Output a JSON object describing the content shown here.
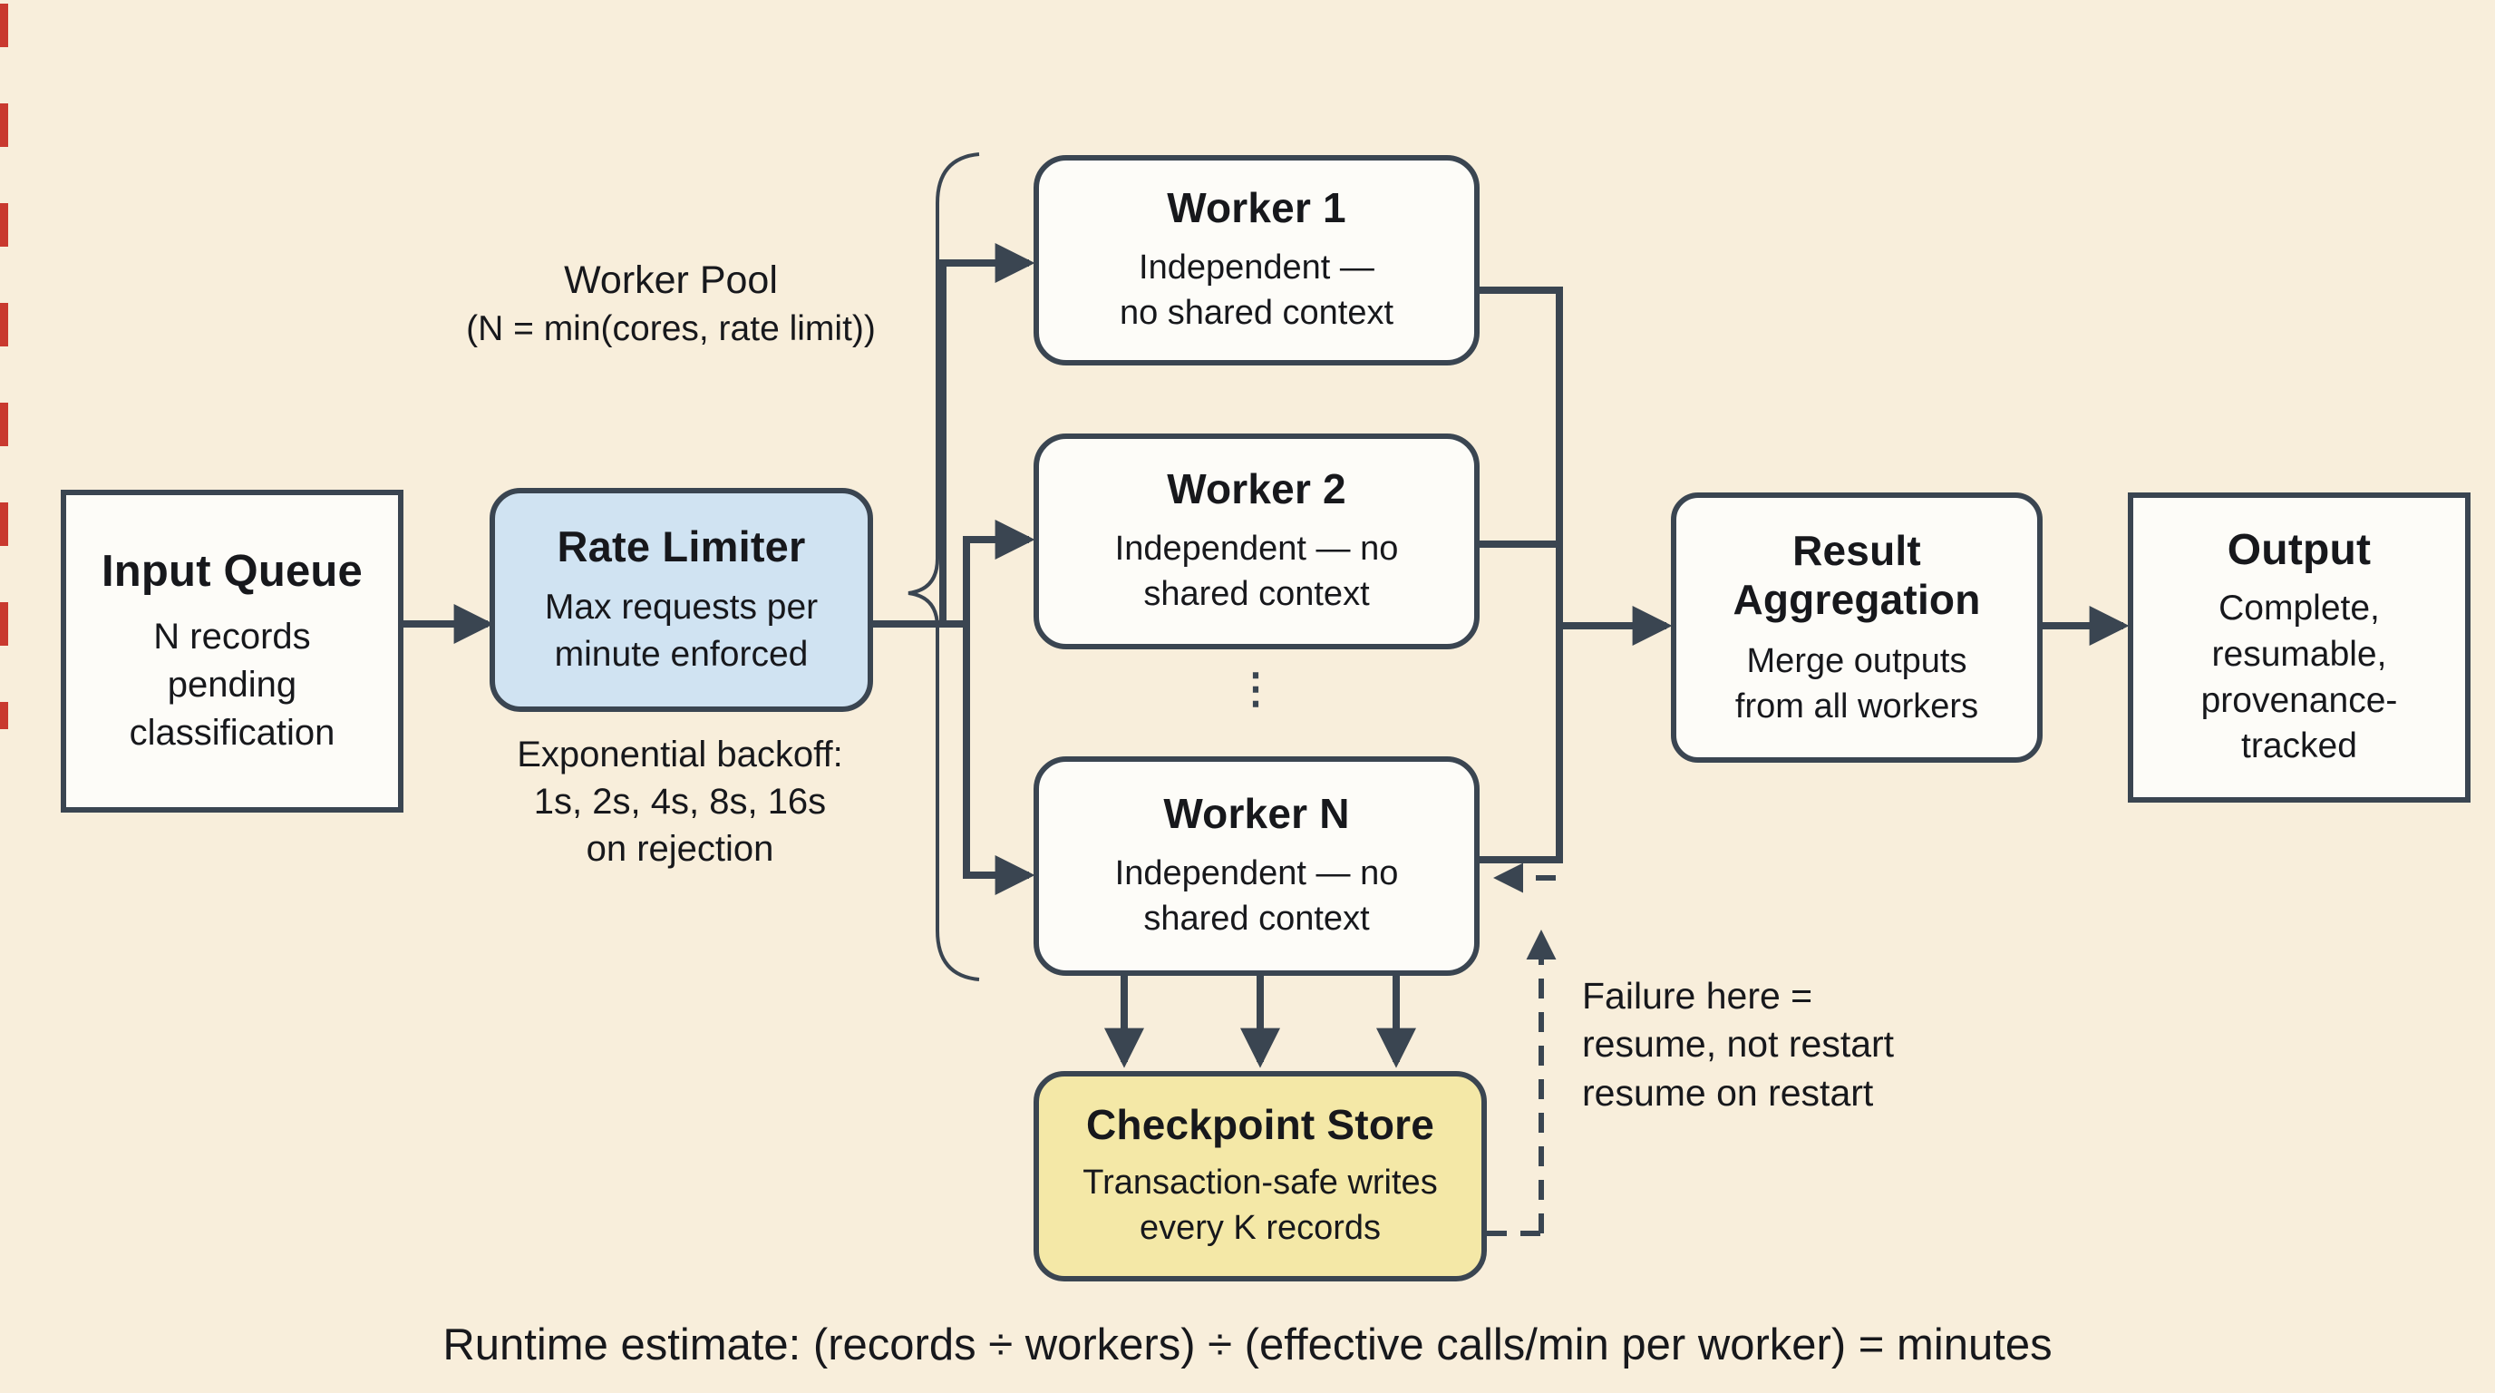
{
  "colors": {
    "background": "#f8eedb",
    "line": "#3a4551",
    "box_fill": "#fdfcf8",
    "rate_limiter_fill": "#d0e3f2",
    "checkpoint_fill": "#f4e8a7",
    "text": "#17181c",
    "left_edge_red": "#c9392f"
  },
  "nodes": {
    "input_queue": {
      "title": "Input Queue",
      "lines": [
        "N records",
        "pending",
        "classification"
      ]
    },
    "rate_limiter": {
      "title": "Rate Limiter",
      "lines": [
        "Max requests per",
        "minute enforced"
      ]
    },
    "worker_1": {
      "title": "Worker 1",
      "lines": [
        "Independent —",
        "no shared context"
      ]
    },
    "worker_2": {
      "title": "Worker 2",
      "lines": [
        "Independent — no",
        "shared context"
      ]
    },
    "worker_n": {
      "title": "Worker N",
      "lines": [
        "Independent — no",
        "shared context"
      ]
    },
    "result_aggregation": {
      "title_lines": [
        "Result",
        "Aggregation"
      ],
      "lines": [
        "Merge outputs",
        "from all workers"
      ]
    },
    "output": {
      "title": "Output",
      "lines": [
        "Complete,",
        "resumable,",
        "provenance-",
        "tracked"
      ]
    },
    "checkpoint_store": {
      "title": "Checkpoint Store",
      "lines": [
        "Transaction-safe writes",
        "every K records"
      ]
    }
  },
  "annotations": {
    "worker_pool_label": {
      "lines": [
        "Worker Pool",
        "(N = min(cores, rate limit))"
      ]
    },
    "backoff_note": {
      "lines": [
        "Exponential backoff:",
        "1s, 2s, 4s, 8s, 16s",
        "on rejection"
      ]
    },
    "failure_note": {
      "lines": [
        "Failure here =",
        "resume, not restart",
        "resume on restart"
      ]
    },
    "runtime_note": "Runtime estimate: (records ÷ workers) ÷ (effective calls/min per worker) = minutes",
    "ellipsis": "⋮"
  }
}
